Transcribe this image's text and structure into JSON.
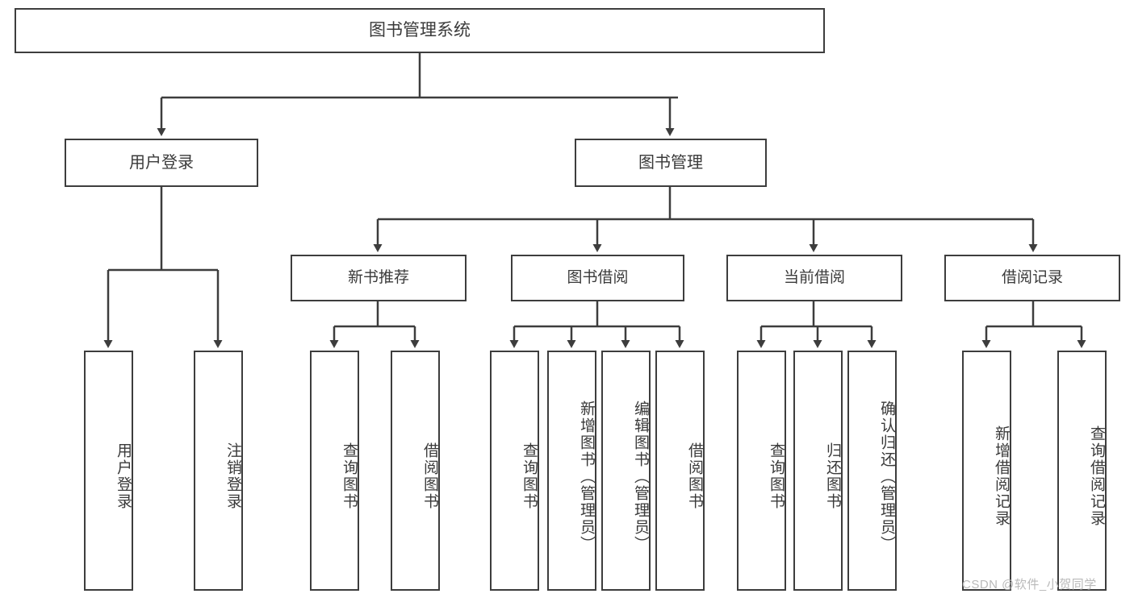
{
  "diagram": {
    "title": "图书管理系统",
    "type": "tree-hierarchy-diagram",
    "colors": {
      "box_border": "#3d3d3d",
      "box_fill": "#ffffff",
      "text": "#3a3a3a",
      "connector": "#3d3d3d",
      "watermark": "#b9b9b9",
      "background": "#ffffff"
    },
    "root": {
      "label": "图书管理系统"
    },
    "level1": [
      {
        "label": "用户登录"
      },
      {
        "label": "图书管理"
      }
    ],
    "level2": [
      {
        "label": "新书推荐"
      },
      {
        "label": "图书借阅"
      },
      {
        "label": "当前借阅"
      },
      {
        "label": "借阅记录"
      }
    ],
    "leaves": {
      "user_login": [
        {
          "label": "用户登录"
        },
        {
          "label": "注销登录"
        }
      ],
      "new_book_recommend": [
        {
          "label": "查询图书"
        },
        {
          "label": "借阅图书"
        }
      ],
      "book_borrow": [
        {
          "label": "查询图书"
        },
        {
          "label": "新增图书（管理员）"
        },
        {
          "label": "编辑图书（管理员）"
        },
        {
          "label": "借阅图书"
        }
      ],
      "current_borrow": [
        {
          "label": "查询图书"
        },
        {
          "label": "归还图书"
        },
        {
          "label": "确认归还（管理员）"
        }
      ],
      "borrow_record": [
        {
          "label": "新增借阅记录"
        },
        {
          "label": "查询借阅记录"
        }
      ]
    },
    "watermark": "CSDN @软件_小贺同学"
  }
}
